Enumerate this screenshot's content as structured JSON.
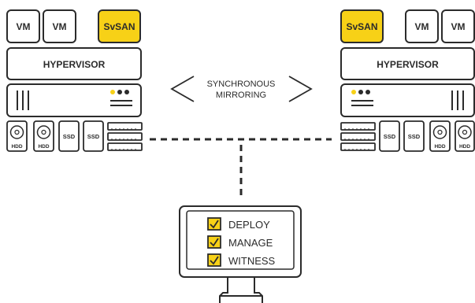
{
  "left_host": {
    "vm_labels": [
      "VM",
      "VM"
    ],
    "storage_vm_label": "SvSAN",
    "hypervisor_label": "HYPERVISOR",
    "disks": [
      "HDD",
      "HDD",
      "SSD",
      "SSD"
    ]
  },
  "right_host": {
    "vm_labels": [
      "VM",
      "VM"
    ],
    "storage_vm_label": "SvSAN",
    "hypervisor_label": "HYPERVISOR",
    "disks": [
      "SSD",
      "SSD",
      "HDD",
      "HDD"
    ]
  },
  "mirroring": {
    "line1": "SYNCHRONOUS",
    "line2": "MIRRORING"
  },
  "witness": {
    "items": [
      "DEPLOY",
      "MANAGE",
      "WITNESS"
    ]
  },
  "colors": {
    "accent": "#f7d117",
    "stroke": "#2b2b2b",
    "led_dark": "#2b2b2b"
  }
}
